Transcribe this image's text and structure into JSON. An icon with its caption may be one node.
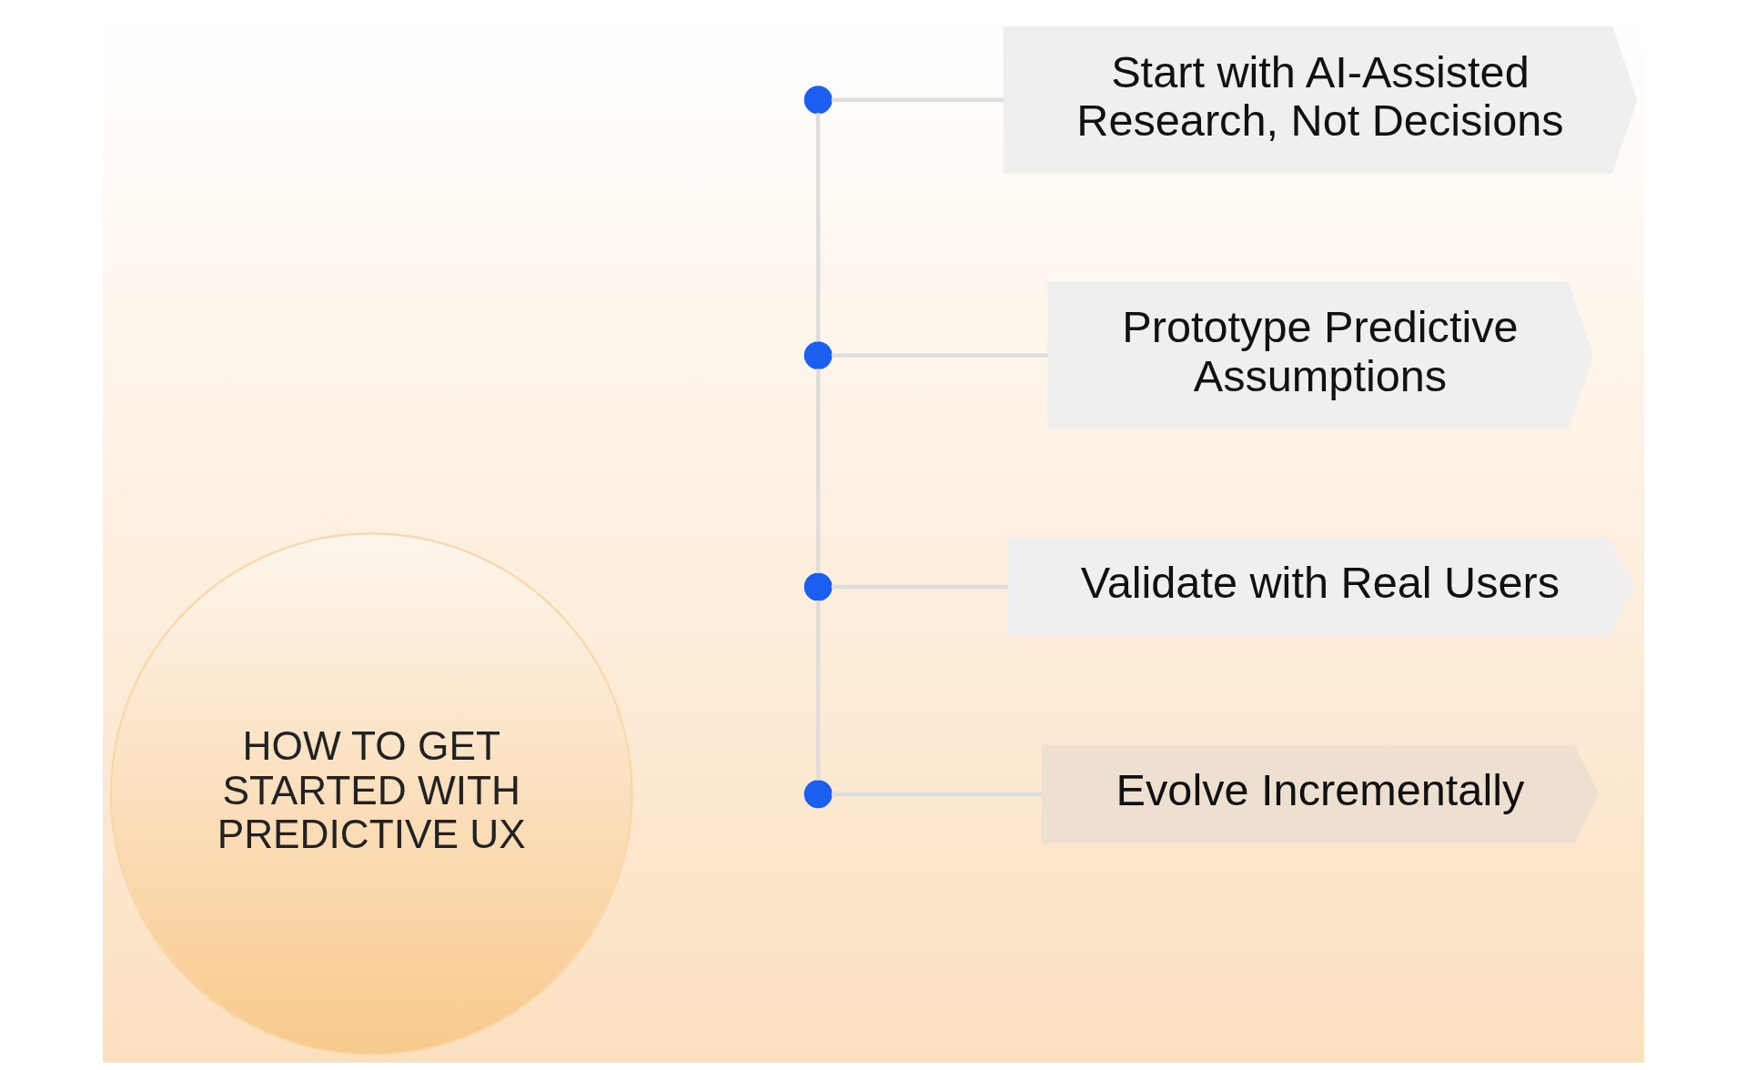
{
  "diagram": {
    "nodes": [
      {
        "text": [
          "HOW TO GET STARTED WITH PREDICTIVE UX"
        ]
      },
      {
        "text": [],
        "shape": "circle"
      },
      {
        "text": [],
        "shape": "circle"
      },
      {
        "text": [],
        "shape": "circle"
      },
      {
        "text": [],
        "shape": "circle"
      },
      {
        "text": [
          "Start with AI-Assisted Research, Not Decisions"
        ]
      },
      {
        "text": [
          "Prototype Predictive Assumptions"
        ]
      },
      {
        "text": [
          "Validate with Real Users"
        ]
      },
      {
        "text": [
          "Evolve Incrementally"
        ]
      }
    ],
    "edges": [
      {
        "from": 1,
        "to": 2,
        "arrow": "none"
      },
      {
        "from": 2,
        "to": 3,
        "arrow": "none"
      },
      {
        "from": 3,
        "to": 4,
        "arrow": "none"
      },
      {
        "from": 1,
        "to": 5,
        "arrow": "none"
      },
      {
        "from": 2,
        "to": 6,
        "arrow": "none"
      },
      {
        "from": 3,
        "to": 7,
        "arrow": "none"
      },
      {
        "from": 4,
        "to": 8,
        "arrow": "none"
      }
    ]
  }
}
